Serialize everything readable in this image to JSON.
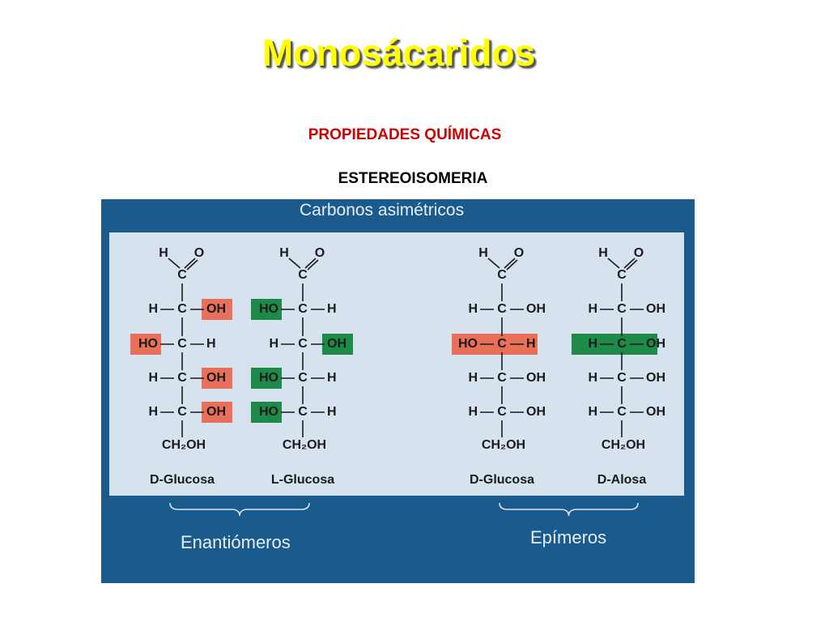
{
  "slide": {
    "title": "Monosácaridos",
    "subtitle_red": "PROPIEDADES QUÍMICAS",
    "subtitle_black": "ESTEREOISOMERIA"
  },
  "panel": {
    "title": "Carbonos asimétricos",
    "group_labels": [
      "Enantiómeros",
      "Epímeros"
    ]
  },
  "colors": {
    "panel_bg": "#1a5a8c",
    "inner_bg": "#d6e3ef",
    "red_highlight": "#e8705a",
    "green_highlight": "#1e8a4a"
  },
  "structures": [
    {
      "name": "D-Glucosa",
      "top": {
        "H": "H",
        "O": "O",
        "C": "C"
      },
      "rows": [
        {
          "left": "H",
          "right": "OH",
          "hl": "right",
          "hlColor": "red"
        },
        {
          "left": "HO",
          "right": "H",
          "hl": "left",
          "hlColor": "red"
        },
        {
          "left": "H",
          "right": "OH",
          "hl": "right",
          "hlColor": "red"
        },
        {
          "left": "H",
          "right": "OH",
          "hl": "right",
          "hlColor": "red"
        }
      ],
      "bottom": "CH₂OH"
    },
    {
      "name": "L-Glucosa",
      "top": {
        "H": "H",
        "O": "O",
        "C": "C"
      },
      "rows": [
        {
          "left": "HO",
          "right": "H",
          "hl": "left",
          "hlColor": "green"
        },
        {
          "left": "H",
          "right": "OH",
          "hl": "right",
          "hlColor": "green"
        },
        {
          "left": "HO",
          "right": "H",
          "hl": "left",
          "hlColor": "green"
        },
        {
          "left": "HO",
          "right": "H",
          "hl": "left",
          "hlColor": "green"
        }
      ],
      "bottom": "CH₂OH"
    },
    {
      "name": "D-Glucosa",
      "top": {
        "H": "H",
        "O": "O",
        "C": "C"
      },
      "rows": [
        {
          "left": "H",
          "right": "OH",
          "hl": "none"
        },
        {
          "left": "HO",
          "right": "H",
          "hl": "row",
          "hlColor": "red"
        },
        {
          "left": "H",
          "right": "OH",
          "hl": "none"
        },
        {
          "left": "H",
          "right": "OH",
          "hl": "none"
        }
      ],
      "bottom": "CH₂OH"
    },
    {
      "name": "D-Alosa",
      "top": {
        "H": "H",
        "O": "O",
        "C": "C"
      },
      "rows": [
        {
          "left": "H",
          "right": "OH",
          "hl": "none"
        },
        {
          "left": "H",
          "right": "OH",
          "hl": "row",
          "hlColor": "green"
        },
        {
          "left": "H",
          "right": "OH",
          "hl": "none"
        },
        {
          "left": "H",
          "right": "OH",
          "hl": "none"
        }
      ],
      "bottom": "CH₂OH"
    }
  ]
}
